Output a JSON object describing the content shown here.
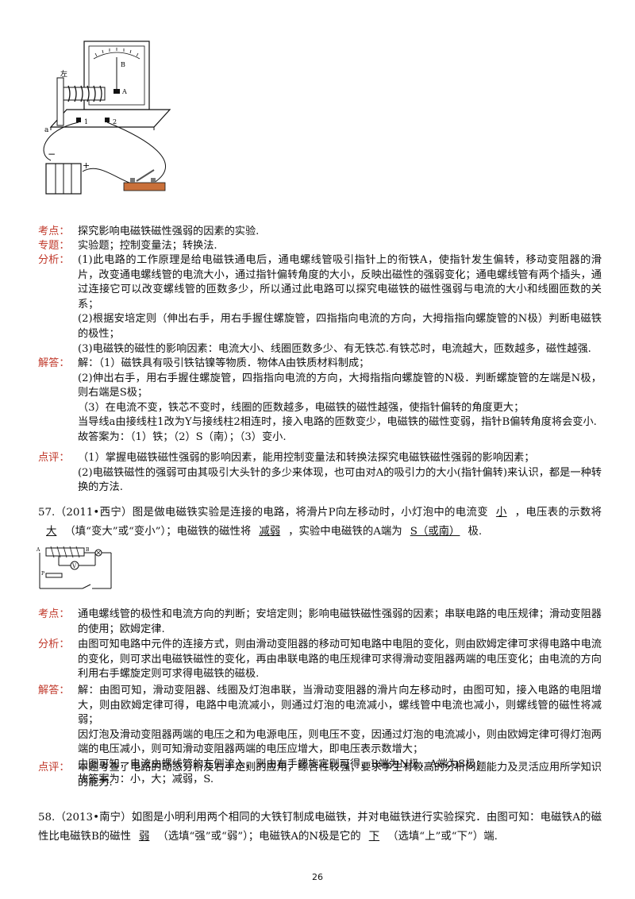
{
  "block1": {
    "kaodian_tag": "考点：",
    "kaodian": "探究影响电磁铁磁性强弱的因素的实验.",
    "zhuanti_tag": "专题：",
    "zhuanti": "实验题；控制变量法；转换法.",
    "fenxi_tag": "分析：",
    "fenxi": [
      "(1)此电路的工作原理是给电磁铁通电后，通电螺线管吸引指针上的衔铁A，使指针发生偏转，移动变阻器的滑片，改变通电螺线管的电流大小，通过指针偏转角度的大小，反映出磁性的强弱变化；通电螺线管有两个插头，通过连接它可以改变螺线管的匝数多少，所以通过此电路可以探究电磁铁的磁性强弱与电流的大小和线圈匝数的关系；",
      "(2)根据安培定则（伸出右手，用右手握住螺旋管，四指指向电流的方向，大拇指指向螺旋管的N极）判断电磁铁的极性；",
      "(3)电磁铁的磁性的影响因素：电流大小、线圈匝数多少、有无铁芯.有铁芯时，电流越大，匝数越多，磁性越强."
    ],
    "jieda_tag": "解答：",
    "jieda": [
      "解：（1）磁铁具有吸引铁钴镍等物质．物体A由铁质材料制成；",
      "(2)伸出右手，用右手握住螺旋管，四指指向电流的方向，大拇指指向螺旋管的N极．判断螺旋管的左端是N极，则右端是S极；",
      "（3）在电流不变，铁芯不变时，线圈的匝数越多，电磁铁的磁性越强，使指针偏转的角度更大；",
      "当导线a由接线柱1改为Y与接线柱2相连时，接入电路的匝数变少，电磁铁的磁性变弱，指针B偏转角度将会变小.",
      "故答案为：（1）铁；（2）S（南）；（3）变小."
    ],
    "dianping_tag": "点评：",
    "dianping": [
      "（1）掌握电磁铁磁性强弱的影响因素，能用控制变量法和转换法探究电磁铁磁性强弱的影响因素；",
      "(2)电磁铁磁性的强弱可由其吸引大头针的多少来体现，也可由对A的吸引力的大小(指针偏转)来认识，都是一种转换的方法."
    ]
  },
  "figure1": {
    "label_zuo": "左",
    "label_B": "B",
    "label_A": "A",
    "label_a": "a",
    "label_1": "1",
    "label_2": "2",
    "label_minus": "−",
    "label_plus": "+"
  },
  "q57": {
    "intro": "57.（2011•西宁）图是做电磁铁实验是连接的电路，将滑片P向左移动时，小灯泡中的电流变",
    "blank1": "小",
    "mid1": "，电压表的示数将",
    "blank2": "大",
    "mid2": "（填“变大”或“变小”）；电磁铁的磁性将",
    "blank3": "减弱",
    "mid3": "，实验中电磁铁的A端为",
    "blank4": "S（或南）",
    "tail": "极."
  },
  "figure2": {
    "label_A": "A",
    "label_B": "B",
    "label_P": "P",
    "label_V": "V"
  },
  "block2": {
    "kaodian_tag": "考点：",
    "kaodian": "通电螺线管的极性和电流方向的判断；安培定则；影响电磁铁磁性强弱的因素；串联电路的电压规律；滑动变阻器的使用；欧姆定律.",
    "fenxi_tag": "分析：",
    "fenxi": "由图可知电路中元件的连接方式，则由滑动变阻器的移动可知电路中电阻的变化，则由欧姆定律可求得电路中电流的变化，则可求出电磁铁磁性的变化，再由串联电路的电压规律可求得滑动变阻器两端的电压变化；由电流的方向利用右手螺旋定则可求得电磁铁的磁极.",
    "jieda_tag": "解答：",
    "jieda": [
      "解：由图可知，滑动变阻器、线圈及灯泡串联，当滑动变阻器的滑片向左移动时，由图可知，接入电路的电阻增大，则由欧姆定律可得，电路中电流减小，则通过灯泡的电流减小，螺线管中电流也减小，则螺线管的磁性将减弱；",
      "因灯泡及滑动变阻器两端的电压之和为电源电压，则电压不变，因通过灯泡的电流减小，则由欧姆定律可得灯泡两端的电压减小，则可知滑动变阻器两端的电压应增大，即电压表示数增大；",
      "由图可知，电流由螺线管的左侧流入，则由右手螺旋定则可得，B端为N极，A端为S极；",
      "故答案为：小，大；减弱，S."
    ],
    "dianping_tag": "点评：",
    "dianping": "本题考查了电路的动态分析及右手定则的应用，综合性较强，要求学生有较高的分析问题能力及灵活应用所学知识的能力."
  },
  "q58": {
    "intro": "58.（2013•南宁）如图是小明利用两个相同的大铁钉制成电磁铁，并对电磁铁进行实验探究．由图可知：电磁铁A的磁性比电磁铁B的磁性",
    "blank1": "弱",
    "mid1": "（选填“强”或“弱”）；电磁铁A的N极是它的",
    "blank2": "下",
    "tail": "（选填“上”或“下”）端."
  },
  "page_number": "26"
}
